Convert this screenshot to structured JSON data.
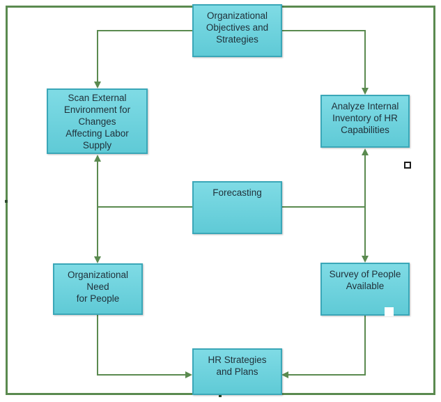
{
  "nodes": {
    "objectives": "Organizational\nObjectives and\nStrategies",
    "scan": "Scan External\nEnvironment for\nChanges\nAffecting Labor\nSupply",
    "analyze": "Analyze Internal\nInventory of HR\nCapabilities",
    "forecasting": "Forecasting",
    "need": "Organizational\nNeed\nfor People",
    "survey": "Survey of People\nAvailable",
    "hr": "HR Strategies\nand Plans"
  },
  "colors": {
    "box_fill": "#6fd3de",
    "box_border": "#3aa7b8",
    "connector": "#5a8a4f",
    "frame": "#5a8a4f"
  }
}
